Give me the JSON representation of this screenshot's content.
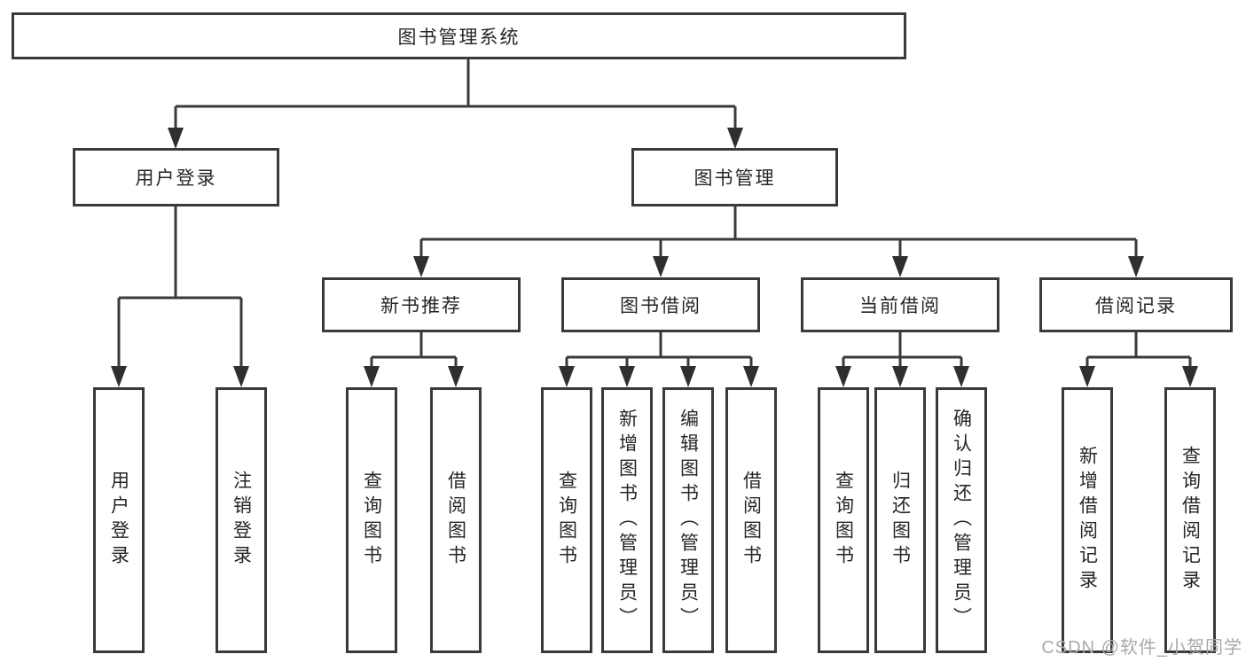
{
  "tree": {
    "root": "图书管理系统",
    "children": [
      {
        "label": "用户登录",
        "children": [
          "用户登录",
          "注销登录"
        ]
      },
      {
        "label": "图书管理",
        "children": [
          {
            "label": "新书推荐",
            "children": [
              "查询图书",
              "借阅图书"
            ]
          },
          {
            "label": "图书借阅",
            "children": [
              "查询图书",
              "新增图书（管理员）",
              "编辑图书（管理员）",
              "借阅图书"
            ]
          },
          {
            "label": "当前借阅",
            "children": [
              "查询图书",
              "归还图书",
              "确认归还（管理员）"
            ]
          },
          {
            "label": "借阅记录",
            "children": [
              "新增借阅记录",
              "查询借阅记录"
            ]
          }
        ]
      }
    ]
  },
  "watermark": "CSDN @软件_小贺同学",
  "colors": {
    "line": "#3a3a3a",
    "arrow": "#2f2f2f",
    "box_border": "#3a3a3a",
    "text": "#262626",
    "background": "#ffffff",
    "watermark": "#a9a9a9"
  }
}
